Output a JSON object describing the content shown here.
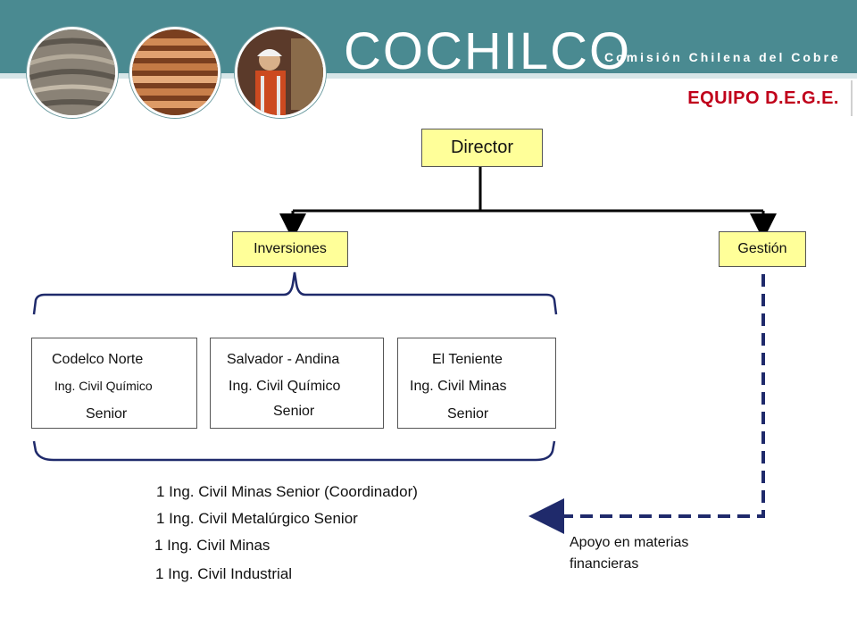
{
  "header": {
    "brand_name": "COCHILCO",
    "brand_subtitle": "Comisión Chilena del Cobre",
    "photos": [
      "mine-photo",
      "copper-cathodes-photo",
      "worker-photo"
    ]
  },
  "title": "EQUIPO D.E.G.E.",
  "org": {
    "director": "Director",
    "inversiones": "Inversiones",
    "gestion": "Gestión",
    "divisions": [
      {
        "name": "Codelco Norte",
        "role": "Ing. Civil Químico",
        "level": "Senior"
      },
      {
        "name": "Salvador - Andina",
        "role": "Ing. Civil Químico",
        "level": "Senior"
      },
      {
        "name": "El Teniente",
        "role": "Ing. Civil Minas",
        "level": "Senior"
      }
    ],
    "staff": [
      "1 Ing. Civil Minas Senior (Coordinador)",
      "1 Ing. Civil Metalúrgico Senior",
      "1 Ing. Civil Minas",
      "1 Ing. Civil Industrial"
    ],
    "support_line1": "Apoyo en materias",
    "support_line2": "financieras"
  },
  "colors": {
    "header": "#4a8a91",
    "title": "#c0001a",
    "box_fill": "#ffff99",
    "bracket": "#1f2a6b",
    "dashed": "#1f2a6b"
  }
}
